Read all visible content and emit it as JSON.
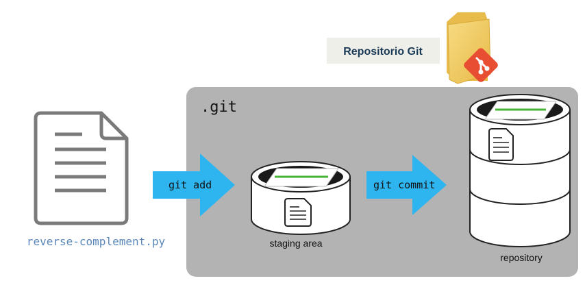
{
  "repo_badge": {
    "label": "Repositorio Git"
  },
  "git_area": {
    "label": ".git"
  },
  "file": {
    "name": "reverse-complement.py"
  },
  "arrows": {
    "add": "git add",
    "commit": "git commit"
  },
  "staging": {
    "label": "staging area"
  },
  "repository": {
    "label": "repository"
  },
  "colors": {
    "git_area_bg": "#b3b3b3",
    "arrow": "#2eb5f0",
    "green_line": "#47b335",
    "file_name": "#5b88ba",
    "badge_bg": "#eeefe9",
    "badge_text": "#1b3a57",
    "folder": "#f4cd5e",
    "git_logo": "#e84e31"
  }
}
